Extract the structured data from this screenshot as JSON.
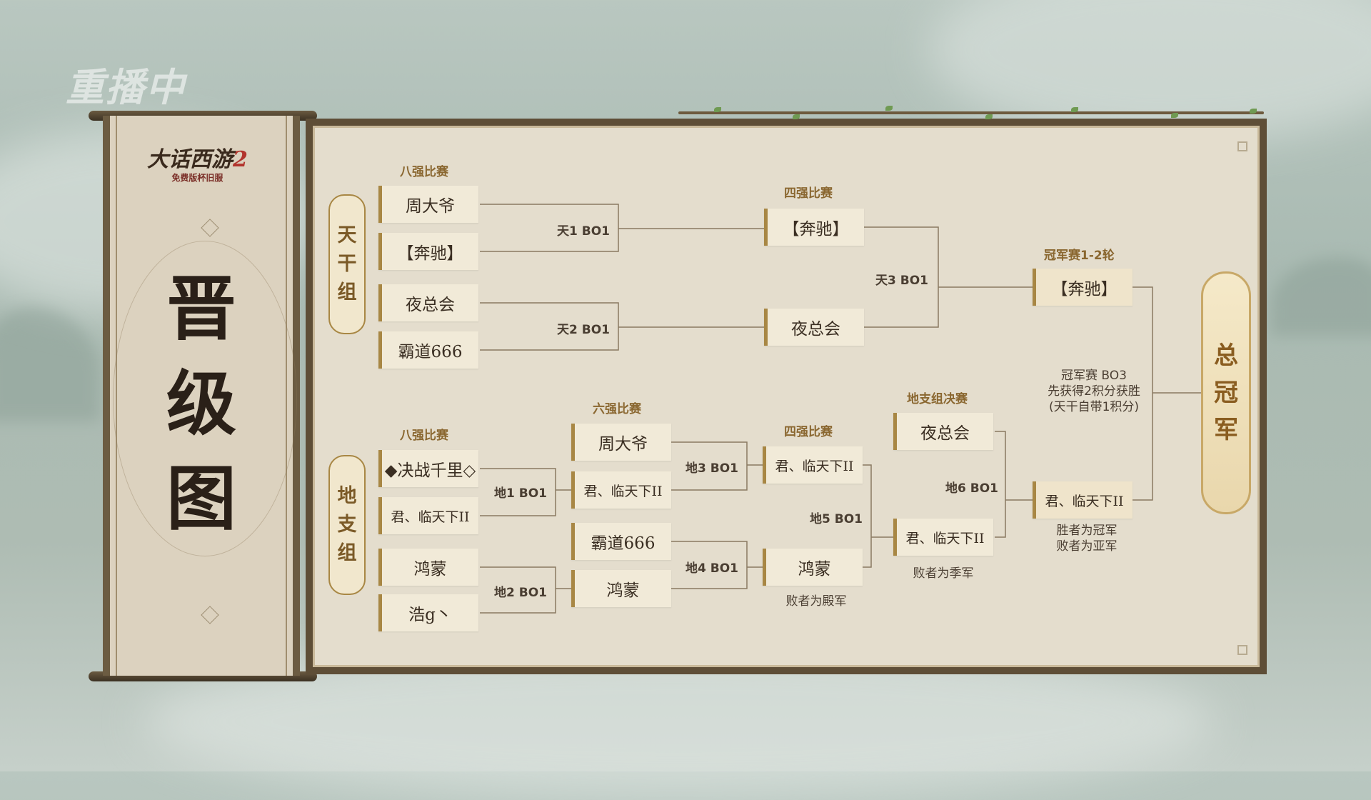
{
  "overlay": {
    "replay_label": "重播中"
  },
  "sidebar": {
    "logo_main": "大话西游",
    "logo_num": "2",
    "logo_sub": "免费版杯旧服",
    "title_chars": [
      "晋",
      "级",
      "图"
    ]
  },
  "groups": {
    "tiangan": {
      "chars": [
        "天",
        "干",
        "组"
      ]
    },
    "dizhi": {
      "chars": [
        "地",
        "支",
        "组"
      ]
    },
    "champion": {
      "chars": [
        "总",
        "冠",
        "军"
      ]
    }
  },
  "stages": {
    "t_round8": "八强比赛",
    "t_round4": "四强比赛",
    "final_rounds": "冠军赛1-2轮",
    "d_round8": "八强比赛",
    "d_round6": "六强比赛",
    "d_round4": "四强比赛",
    "d_final": "地支组决赛"
  },
  "teams": {
    "t1": "周大爷",
    "t2": "【奔驰】",
    "t3": "夜总会",
    "t4": "霸道666",
    "t_semi1": "【奔驰】",
    "t_semi2": "夜总会",
    "t_final": "【奔驰】",
    "d1": "◆决战千里◇",
    "d2": "君、临天下II",
    "d3": "鸿蒙",
    "d4": "浩g丶",
    "d6_1": "周大爷",
    "d6_2": "君、临天下II",
    "d6_3": "霸道666",
    "d6_4": "鸿蒙",
    "d4_1": "君、临天下II",
    "d4_2": "鸿蒙",
    "df_1": "夜总会",
    "df_2": "君、临天下II",
    "d_final": "君、临天下II"
  },
  "matches": {
    "t1": "天1 BO1",
    "t2": "天2 BO1",
    "t3": "天3 BO1",
    "d1": "地1 BO1",
    "d2": "地2 BO1",
    "d3": "地3 BO1",
    "d4": "地4 BO1",
    "d5": "地5 BO1",
    "d6": "地6 BO1"
  },
  "notes": {
    "final_line1": "冠军赛 BO3",
    "final_line2": "先获得2积分获胜",
    "final_line3": "(天干自带1积分)",
    "winner": "胜者为冠军",
    "loser": "败者为亚军",
    "third": "败者为季军",
    "fourth": "败者为殿军"
  },
  "colors": {
    "board": "#e4ddcd",
    "frame": "#5e4e37",
    "accent_gold": "#a88744",
    "node_bg": "#f1ead8"
  }
}
